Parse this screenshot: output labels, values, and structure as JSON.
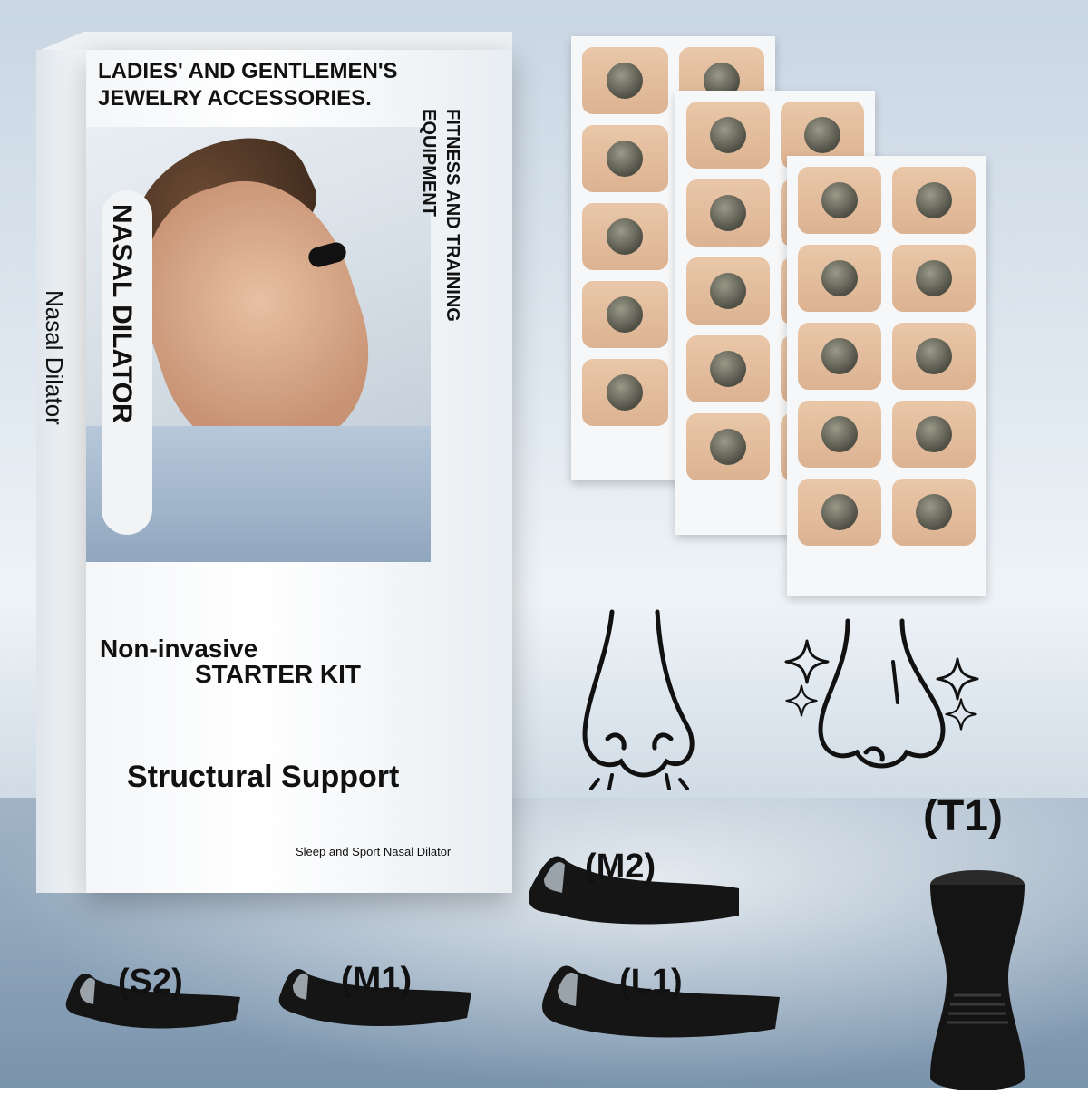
{
  "box": {
    "headline_line1": "LADIES' AND GENTLEMEN'S",
    "headline_line2": "JEWELRY ACCESSORIES.",
    "vertical_line1": "FITNESS AND TRAINING",
    "vertical_line2": "EQUIPMENT",
    "pill_text": "NASAL DILATOR",
    "side_text": "Nasal Dilator",
    "tagline_1": "Non-invasive",
    "tagline_2": "STARTER KIT",
    "feature": "Structural Support",
    "subtitle": "Sleep and Sport Nasal Dilator"
  },
  "labels": {
    "t1": "(T1)",
    "m2": "(M2)",
    "s2": "(S2)",
    "m1": "(M1)",
    "l1": "(L1)"
  },
  "icons": {
    "blocked_nose": "blocked-nose-icon",
    "clear_nose": "clear-nose-icon",
    "sparkle": "sparkle-icon"
  }
}
